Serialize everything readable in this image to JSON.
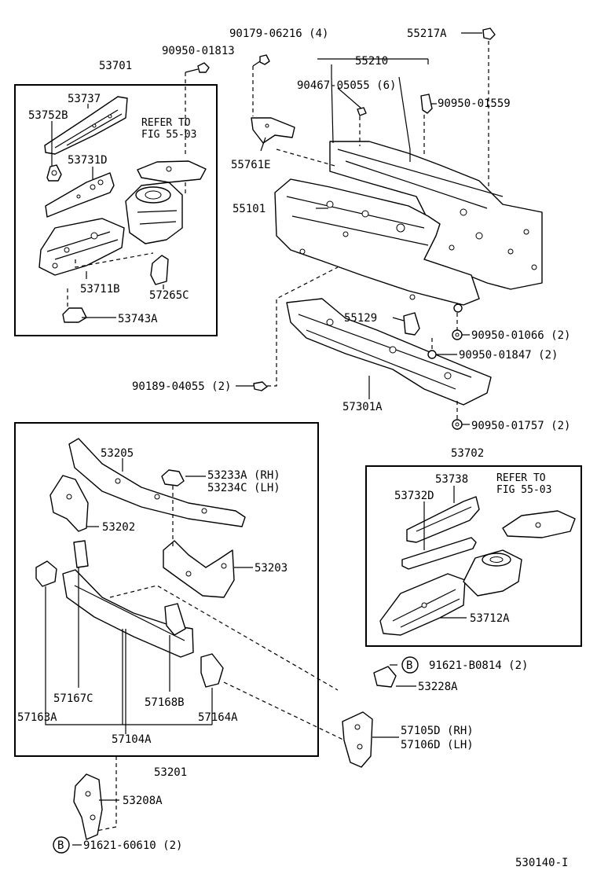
{
  "diagram_id": "530140-I",
  "groups": {
    "upper_left": "53701",
    "lower_left": "53201",
    "right": "53702"
  },
  "labels": {
    "p53701": "53701",
    "p53737": "53737",
    "p53752B": "53752B",
    "refer1": "REFER TO",
    "refer1b": "FIG 55-03",
    "p53731D": "53731D",
    "p53711B": "53711B",
    "p57265C": "57265C",
    "p53743A": "53743A",
    "p90950_01813": "90950-01813",
    "p90179_06216": "90179-06216 (4)",
    "p55217A": "55217A",
    "p55210": "55210",
    "p90467_05055": "90467-05055 (6)",
    "p90950_01559": "90950-01559",
    "p55761E": "55761E",
    "p55101": "55101",
    "p55129": "55129",
    "p90950_01066": "90950-01066 (2)",
    "p90950_01847": "90950-01847 (2)",
    "p90189_04055": "90189-04055 (2)",
    "p57301A": "57301A",
    "p90950_01757": "90950-01757 (2)",
    "p53205": "53205",
    "p53233A": "53233A (RH)",
    "p53234C": "53234C (LH)",
    "p53202": "53202",
    "p53203": "53203",
    "p57167C": "57167C",
    "p57168B": "57168B",
    "p57163A": "57163A",
    "p57164A": "57164A",
    "p57104A": "57104A",
    "p53201": "53201",
    "p53702": "53702",
    "p53738": "53738",
    "p53732D": "53732D",
    "refer2": "REFER TO",
    "refer2b": "FIG 55-03",
    "p53712A": "53712A",
    "b1": "B",
    "p91621_B0814": "91621-B0814 (2)",
    "p53228A": "53228A",
    "p57105D": "57105D (RH)",
    "p57106D": "57106D (LH)",
    "p53208A": "53208A",
    "b2": "B",
    "p91621_60610": "91621-60610 (2)",
    "footer": "530140-I"
  }
}
